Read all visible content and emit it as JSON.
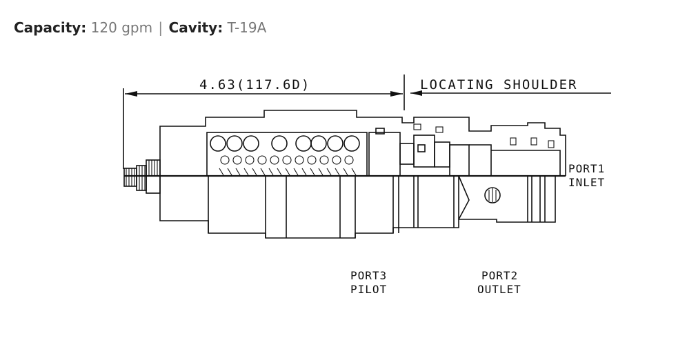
{
  "spec": {
    "capacity_label": "Capacity:",
    "capacity_value": "120 gpm",
    "separator": "|",
    "cavity_label": "Cavity:",
    "cavity_value": "T-19A"
  },
  "diagram": {
    "dimension_text": "4.63(117.6D)",
    "shoulder_text": "LOCATING SHOULDER",
    "port1": [
      "PORT1",
      "INLET"
    ],
    "port3": [
      "PORT3",
      "PILOT"
    ],
    "port2": [
      "PORT2",
      "OUTLET"
    ]
  }
}
